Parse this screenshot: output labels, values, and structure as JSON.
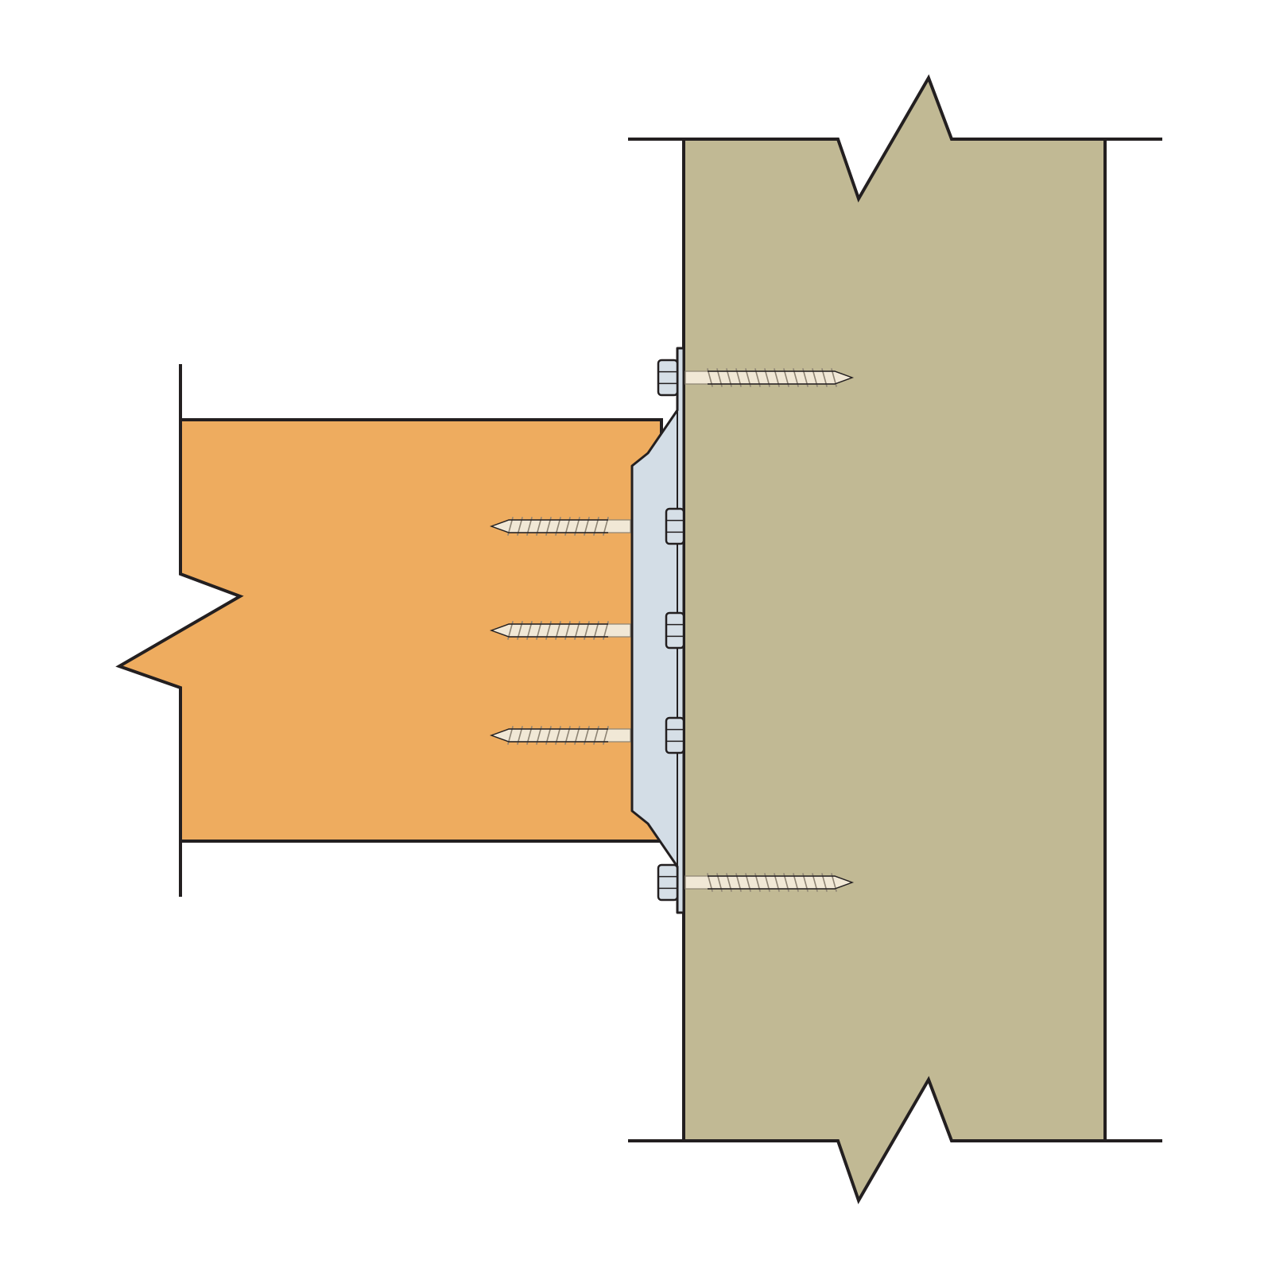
{
  "diagram": {
    "type": "connection-detail",
    "colors": {
      "background": "#ffffff",
      "outline": "#231f20",
      "header_member": "#c1b994",
      "joist_member": "#eeac5f",
      "hanger_plate": "#d3dde6",
      "screw_shank": "#f1e8d6",
      "screw_thread": "#8e8474",
      "bolt_head": "#d6dfe7"
    },
    "members": [
      {
        "name": "header",
        "fill_key": "header_member"
      },
      {
        "name": "joist",
        "fill_key": "joist_member"
      }
    ],
    "hardware": {
      "hanger": {
        "name": "hanger-plate",
        "fill_key": "hanger_plate"
      },
      "header_fasteners": 2,
      "joist_fasteners": 3
    }
  }
}
